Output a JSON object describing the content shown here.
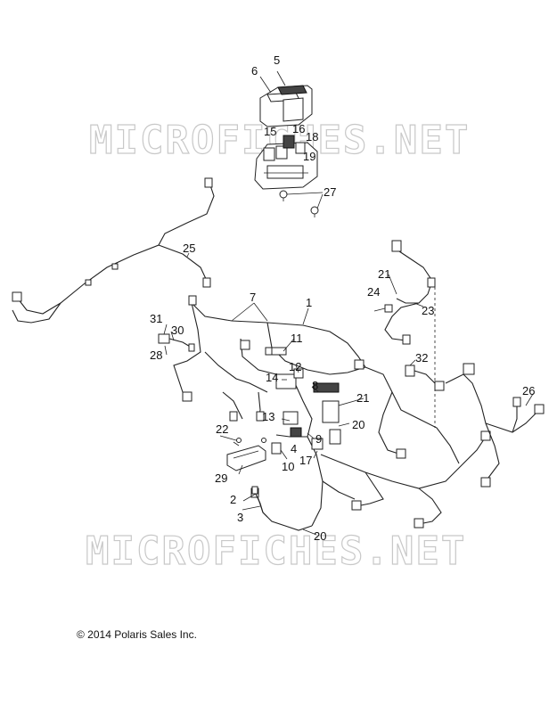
{
  "watermark": {
    "text": "MICROFICHES.NET"
  },
  "copyright": "© 2014 Polaris Sales Inc.",
  "callouts": [
    "1",
    "2",
    "3",
    "4",
    "5",
    "6",
    "7",
    "8",
    "9",
    "10",
    "11",
    "12",
    "13",
    "14",
    "15",
    "16",
    "17",
    "18",
    "19",
    "20",
    "21",
    "22",
    "23",
    "24",
    "25",
    "26",
    "27",
    "28",
    "29",
    "30",
    "31",
    "32",
    "20",
    "21"
  ]
}
